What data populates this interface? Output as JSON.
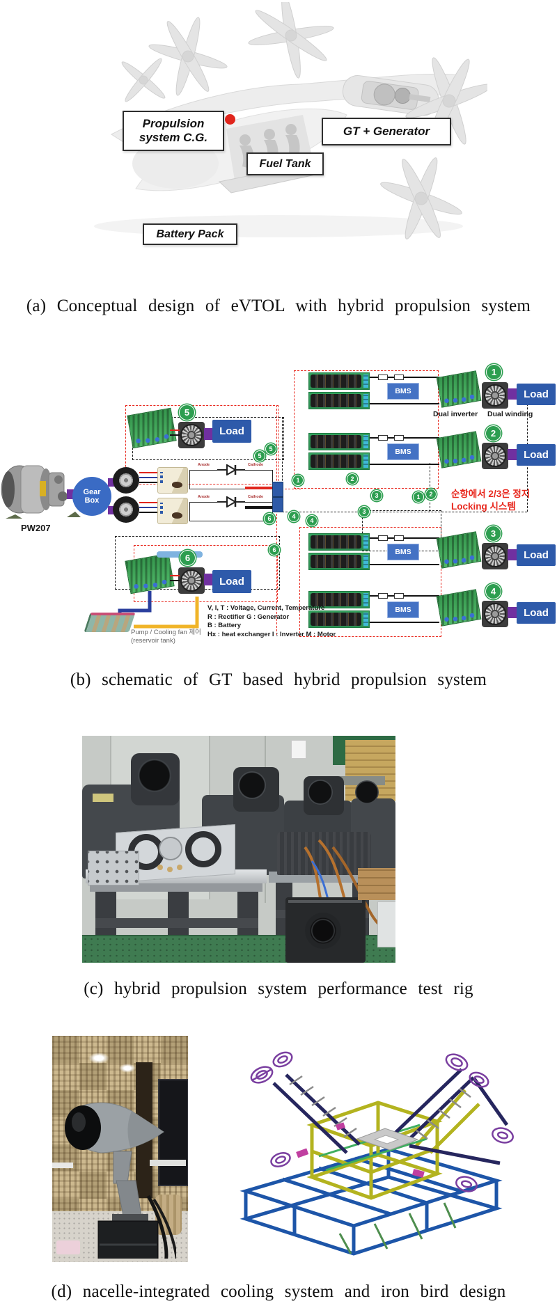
{
  "figure_a": {
    "labels": {
      "propulsion_cg_line1": "Propulsion",
      "propulsion_cg_line2": "system C.G.",
      "gt_generator": "GT + Generator",
      "fuel_tank": "Fuel Tank",
      "battery_pack": "Battery Pack"
    },
    "caption": "(a) Conceptual design of eVTOL with hybrid propulsion system"
  },
  "figure_b": {
    "caption": "(b) schematic of GT based hybrid propulsion system",
    "engine_label": "PW207",
    "gearbox_line1": "Gear",
    "gearbox_line2": "Box",
    "bms_label": "BMS",
    "load_label": "Load",
    "dual_inverter_label": "Dual inverter",
    "dual_winding_label": "Dual winding",
    "korean_note_line1": "순항에서 2/3은 정지",
    "korean_note_line2": "Locking 시스템",
    "pump_line1": "Pump / Cooling fan 제어",
    "pump_line2": "(reservoir tank)",
    "diode_anode": "Anode",
    "diode_cathode": "Cathode",
    "legend_lines": [
      "V, I, T : Voltage, Current, Temperature",
      "R : Rectifier  G : Generator",
      "B : Battery",
      "Hx : heat exchanger  I : Inverter   M : Motor"
    ],
    "numbers": {
      "n1": "1",
      "n2": "2",
      "n3": "3",
      "n4": "4",
      "n5": "5",
      "n6": "6"
    }
  },
  "figure_c": {
    "caption": "(c) hybrid propulsion system performance test rig"
  },
  "figure_d": {
    "caption": "(d) nacelle-integrated cooling system and iron bird design"
  },
  "colors": {
    "accent_red": "#e0251c",
    "circle_green": "#2d9e50",
    "load_blue": "#2e5aaa",
    "bms_blue": "#4472c4",
    "dashed_red": "#e8281e",
    "battery_green": "#2da05f"
  }
}
